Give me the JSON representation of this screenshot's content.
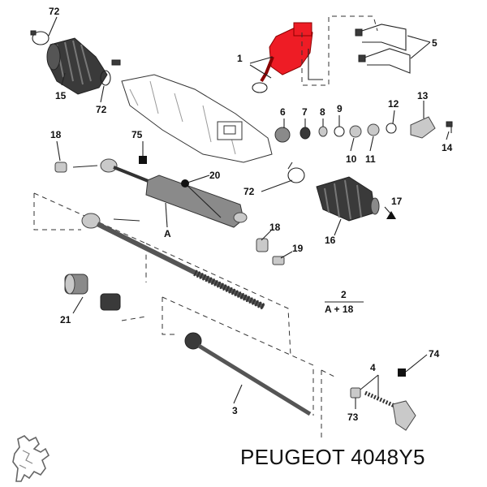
{
  "callouts": {
    "c72a": "72",
    "c5": "5",
    "c1": "1",
    "c15": "15",
    "c72b": "72",
    "c6": "6",
    "c7": "7",
    "c8": "8",
    "c9": "9",
    "c12": "12",
    "c13": "13",
    "c10": "10",
    "c11": "11",
    "c14": "14",
    "c18a": "18",
    "c75": "75",
    "c20": "20",
    "c72c": "72",
    "c17": "17",
    "cA": "A",
    "c18b": "18",
    "c19": "19",
    "c16": "16",
    "c2": "2",
    "cA18": "A + 18",
    "c21": "21",
    "c74": "74",
    "c4": "4",
    "c3": "3",
    "c73": "73"
  },
  "brand": {
    "text": "PEUGEOT 4048Y5"
  },
  "colors": {
    "highlight": "#ee1c25",
    "ink": "#222222"
  },
  "icons": {
    "logo": "peugeot-lion-logo"
  }
}
